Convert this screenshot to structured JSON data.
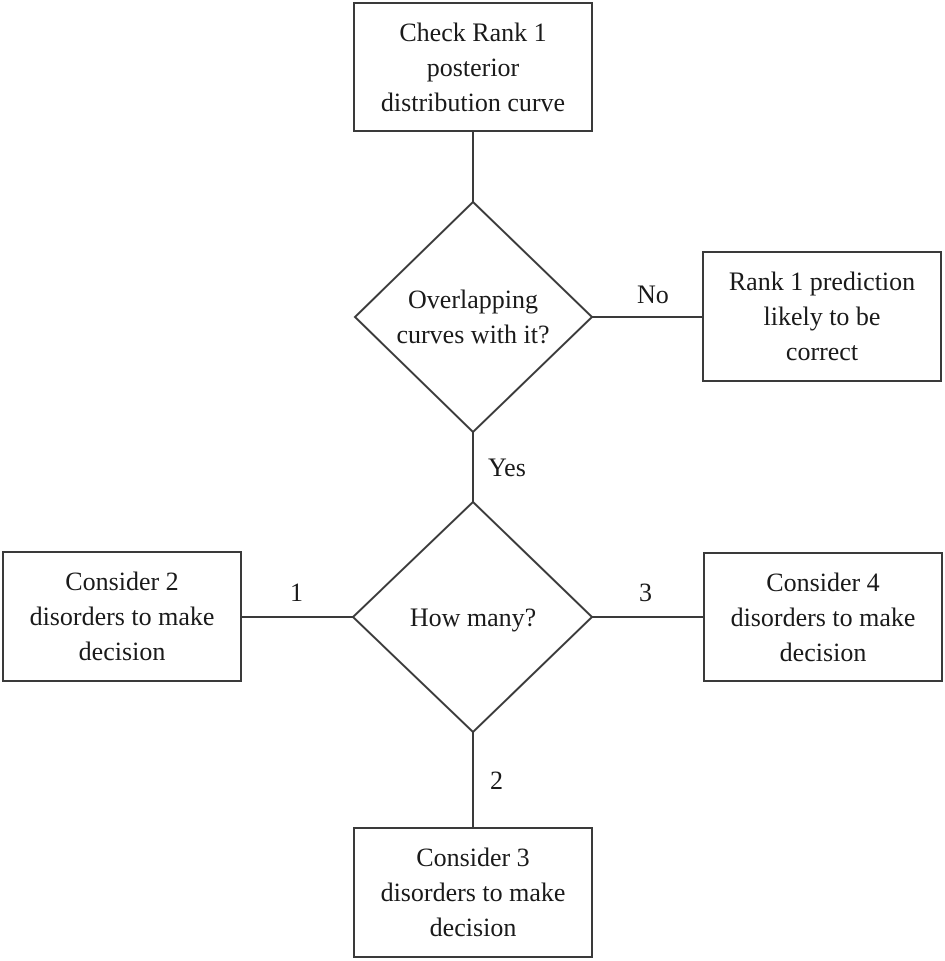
{
  "nodes": {
    "start": [
      "Check Rank 1",
      "posterior",
      "distribution curve"
    ],
    "decision_overlap": [
      "Overlapping",
      "curves with it?"
    ],
    "rank1_correct": [
      "Rank 1 prediction",
      "likely to be",
      "correct"
    ],
    "decision_how_many": [
      "How many?"
    ],
    "consider_2": [
      "Consider 2",
      "disorders to make",
      "decision"
    ],
    "consider_3": [
      "Consider 3",
      "disorders to make",
      "decision"
    ],
    "consider_4": [
      "Consider 4",
      "disorders to make",
      "decision"
    ]
  },
  "edges": {
    "no": "No",
    "yes": "Yes",
    "one": "1",
    "two": "2",
    "three": "3"
  }
}
